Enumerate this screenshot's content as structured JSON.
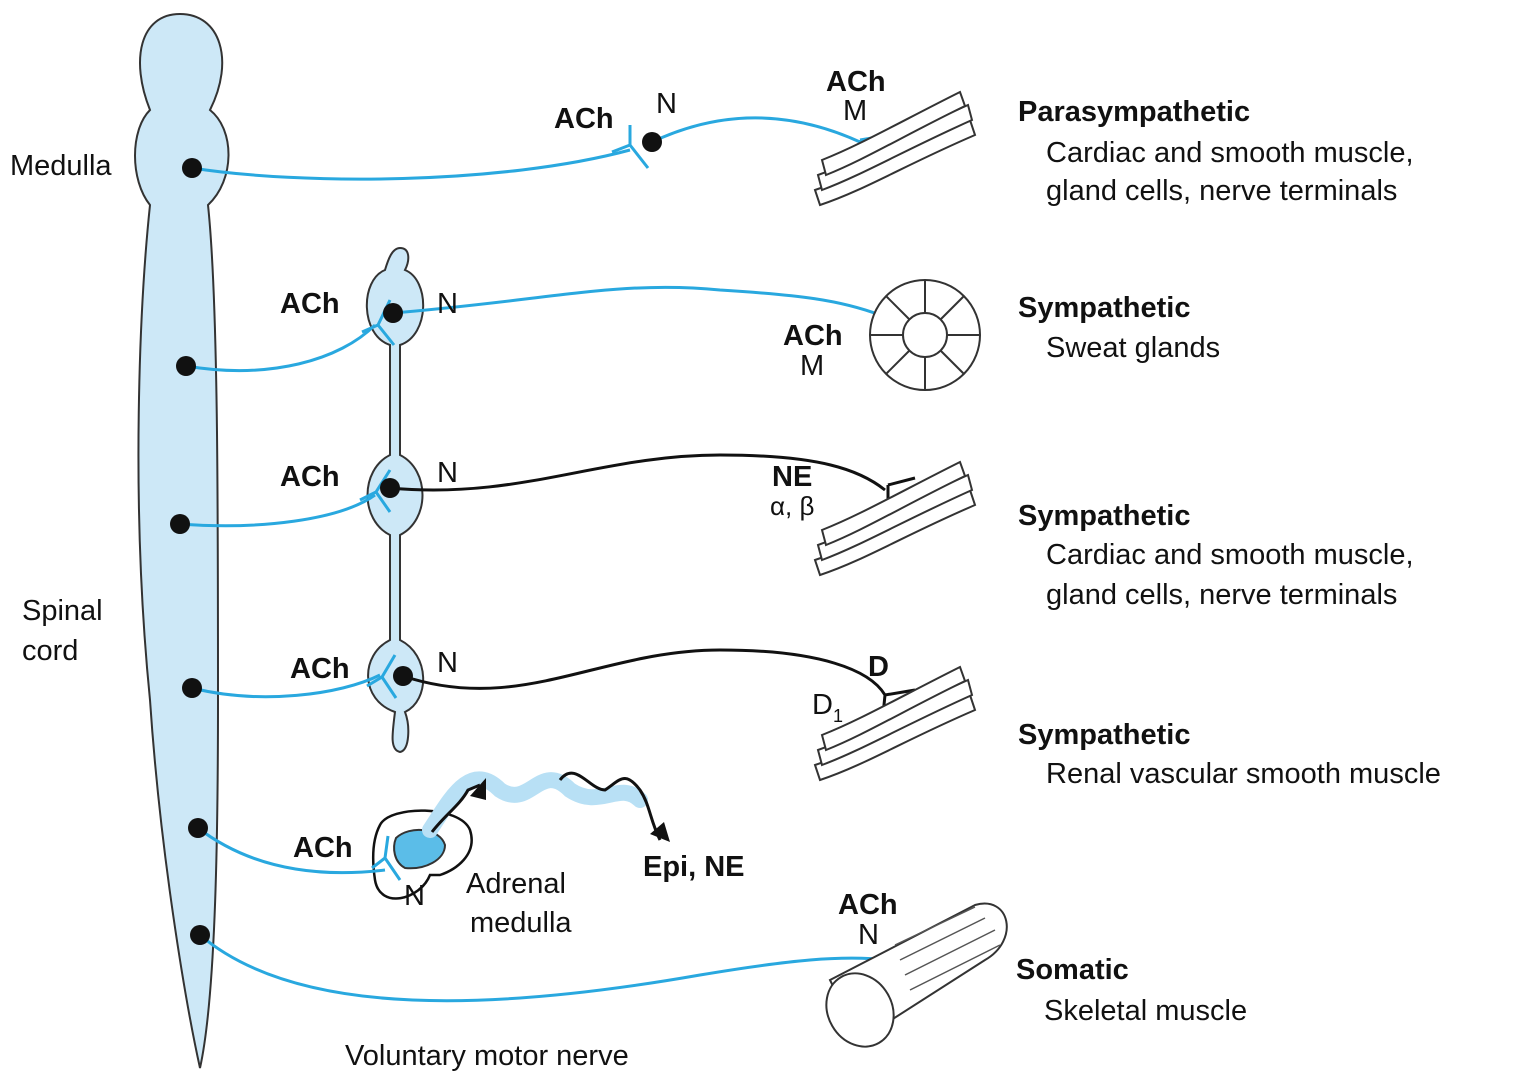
{
  "labels": {
    "medulla": "Medulla",
    "spinal_cord_1": "Spinal",
    "spinal_cord_2": "cord",
    "voluntary_motor_nerve": "Voluntary motor nerve",
    "adrenal_1": "Adrenal",
    "adrenal_2": "medulla",
    "epi_ne": "Epi, NE"
  },
  "receptors": {
    "ach": "ACh",
    "n": "N",
    "m": "M",
    "ne": "NE",
    "alpha_beta": "α, β",
    "d": "D",
    "d1_base": "D",
    "d1_sub": "1"
  },
  "pathways": [
    {
      "title": "Parasympathetic",
      "line1": "Cardiac and smooth muscle,",
      "line2": "gland cells, nerve terminals"
    },
    {
      "title": "Sympathetic",
      "line1": "Sweat glands",
      "line2": ""
    },
    {
      "title": "Sympathetic",
      "line1": "Cardiac and smooth muscle,",
      "line2": "gland cells, nerve terminals"
    },
    {
      "title": "Sympathetic",
      "line1": "Renal vascular smooth muscle",
      "line2": ""
    },
    {
      "title": "Somatic",
      "line1": "Skeletal muscle",
      "line2": ""
    }
  ],
  "colors": {
    "cord_fill": "#cde8f7",
    "nerve_blue": "#29a8df",
    "nerve_black": "#111111"
  }
}
